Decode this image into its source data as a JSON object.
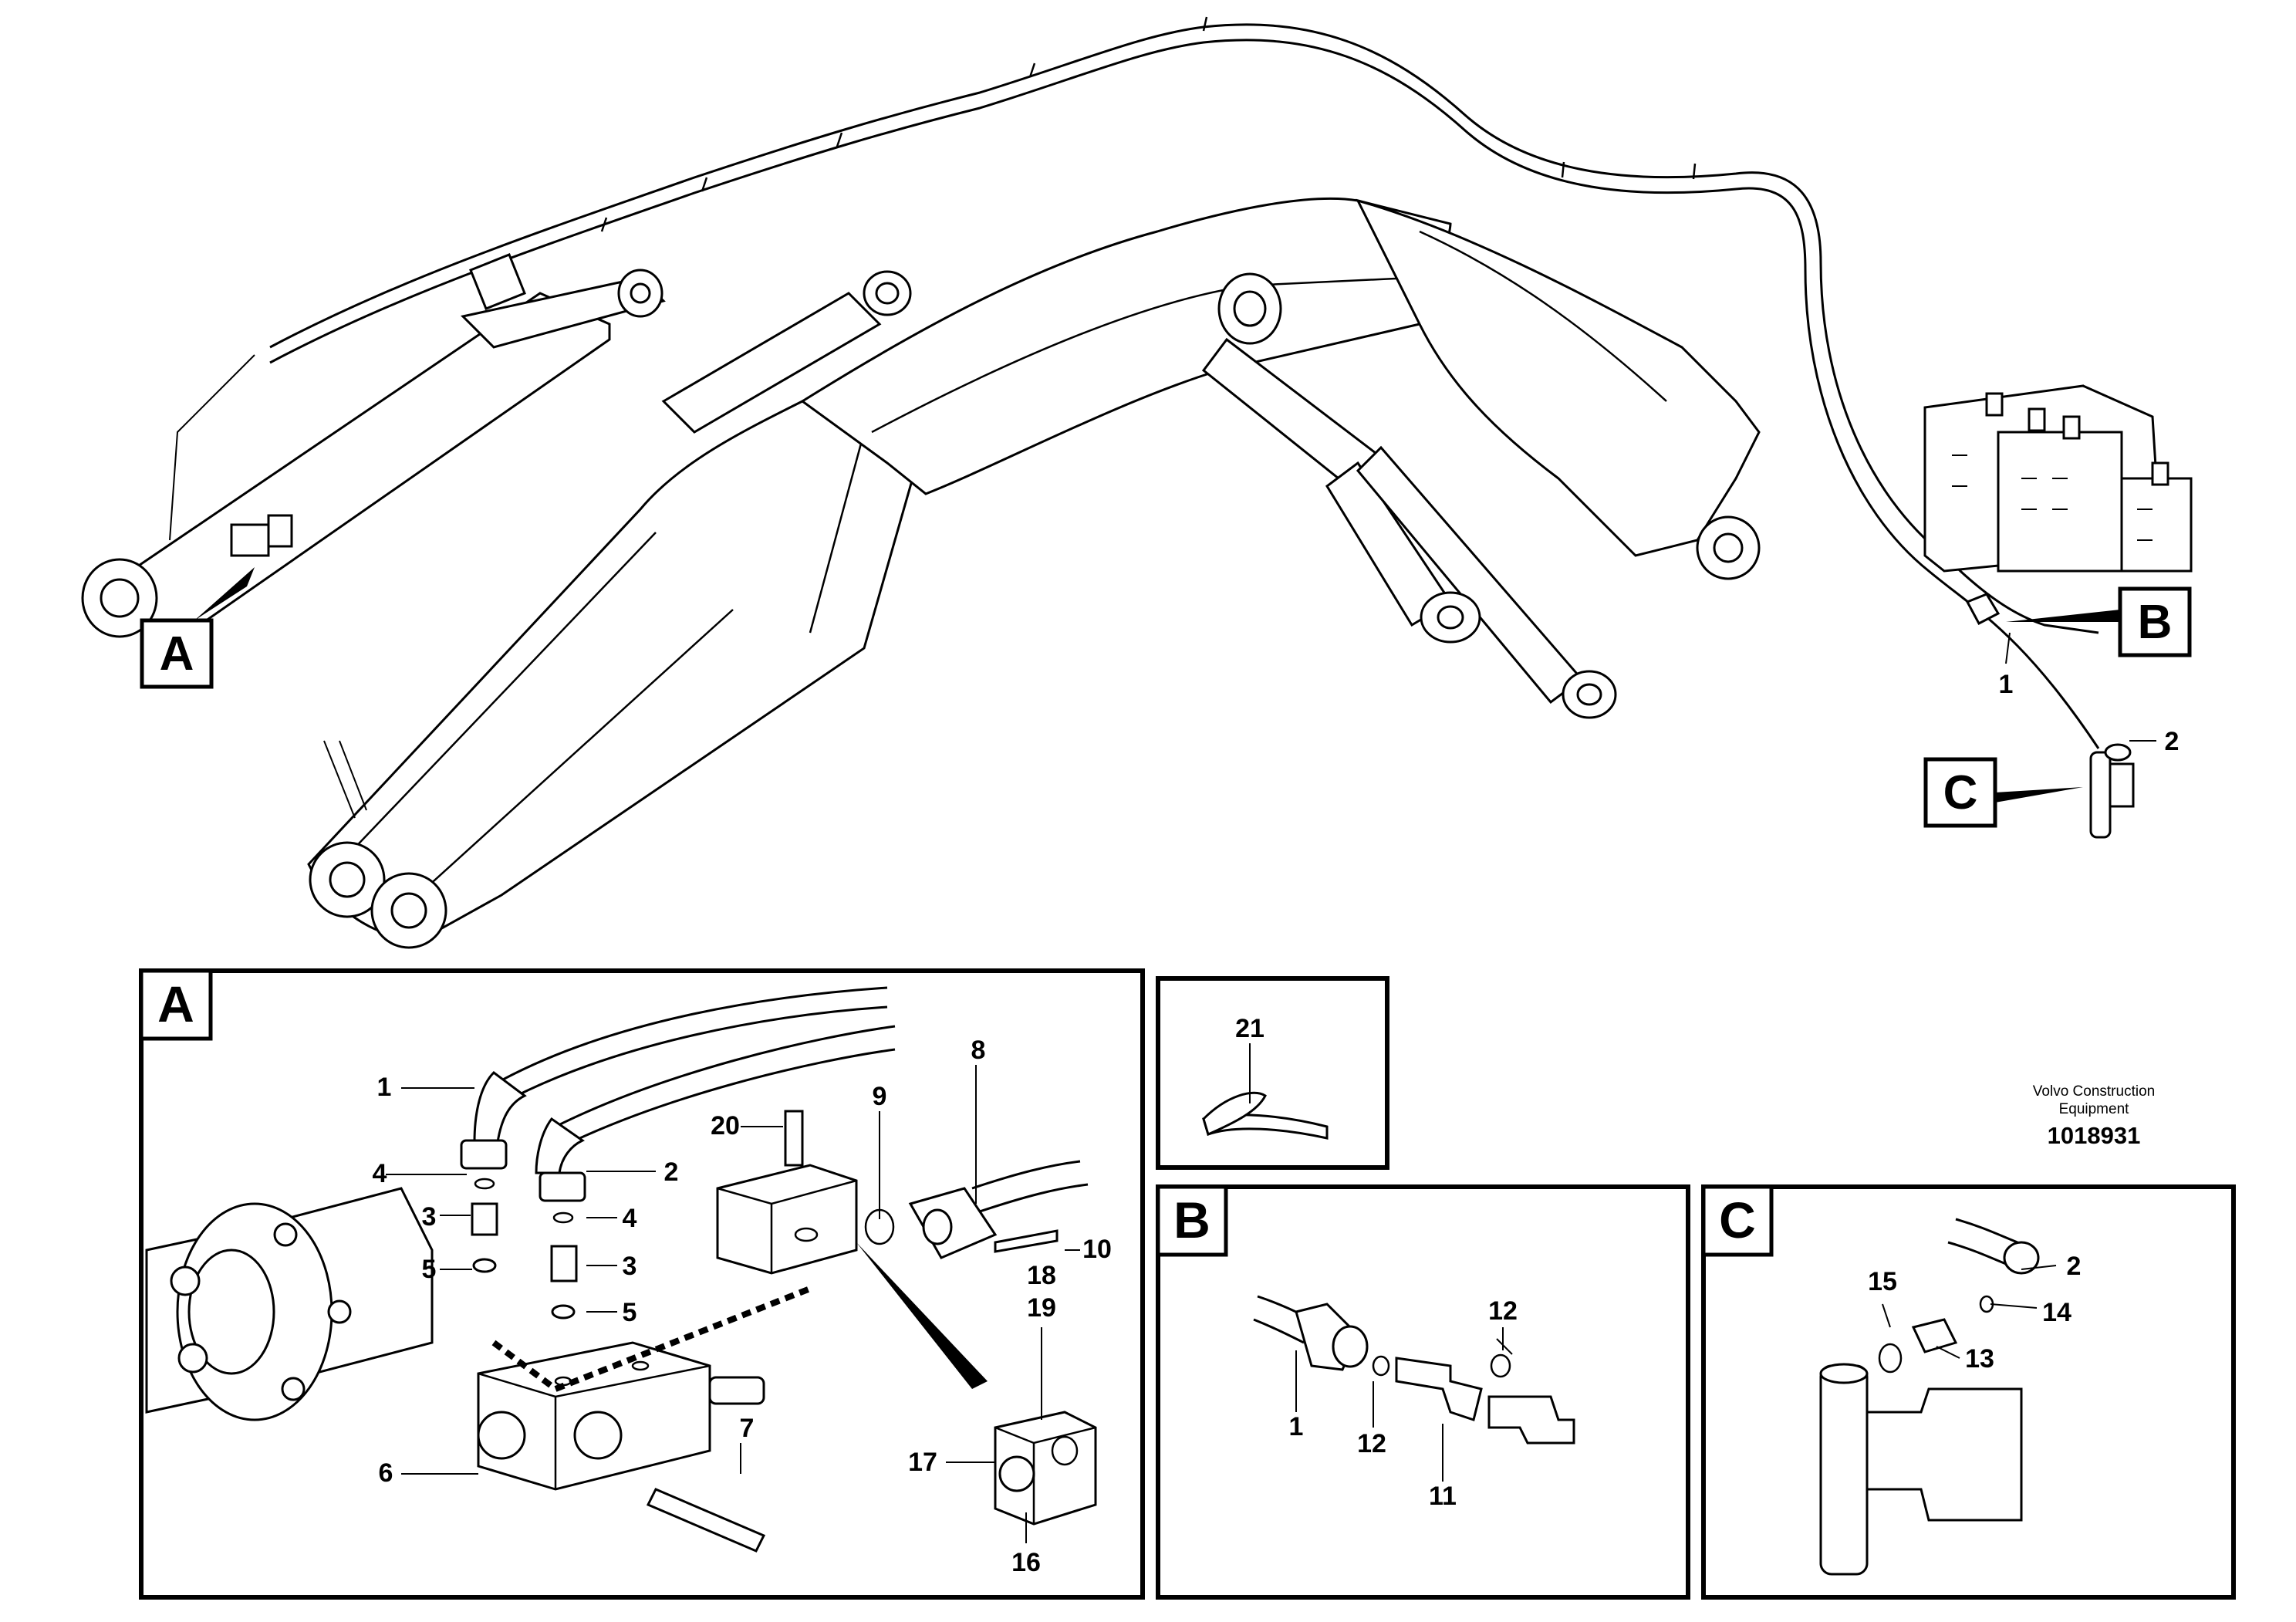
{
  "overview": {
    "callouts": {
      "A": "A",
      "B": "B",
      "C": "C"
    },
    "labels": {
      "n1": "1",
      "n2": "2"
    }
  },
  "detail_a": {
    "tag": "A",
    "labels": {
      "n1": "1",
      "n2": "2",
      "n3a": "3",
      "n3b": "3",
      "n4a": "4",
      "n4b": "4",
      "n5a": "5",
      "n5b": "5",
      "n6": "6",
      "n7": "7",
      "n8": "8",
      "n9": "9",
      "n10": "10",
      "n16": "16",
      "n17": "17",
      "n18": "18",
      "n19": "19",
      "n20": "20"
    }
  },
  "detail_21": {
    "labels": {
      "n21": "21"
    }
  },
  "detail_b": {
    "tag": "B",
    "labels": {
      "n1": "1",
      "n11": "11",
      "n12a": "12",
      "n12b": "12"
    }
  },
  "detail_c": {
    "tag": "C",
    "labels": {
      "n2": "2",
      "n13": "13",
      "n14": "14",
      "n15": "15"
    }
  },
  "credit": {
    "line1": "Volvo Construction",
    "line2": "Equipment",
    "doc_id": "1018931"
  }
}
